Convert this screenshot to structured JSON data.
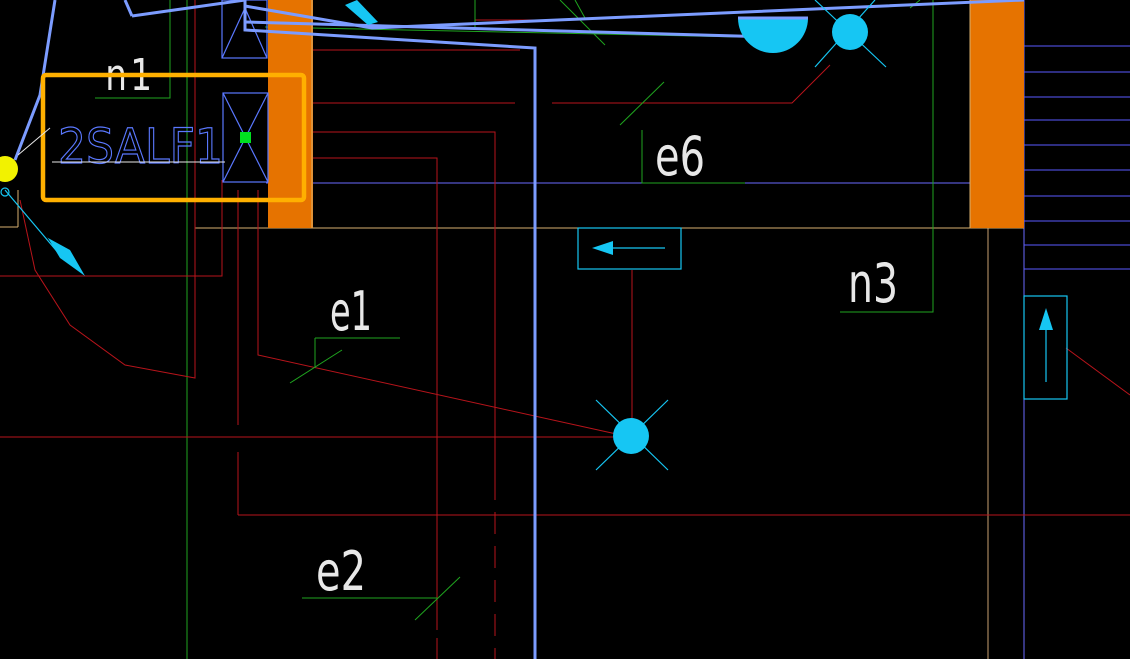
{
  "labels": {
    "n1": "n1",
    "device": "2SALF1",
    "e6": "e6",
    "n3": "n3",
    "e1": "e1",
    "e2": "e2"
  },
  "colors": {
    "background": "#000000",
    "wire_red": "#b8141b",
    "wire_green": "#1fa51f",
    "wire_blue": "#7c9cff",
    "lightblue_text": "#5a78ff",
    "cyan": "#16c6f3",
    "orange": "#e67300",
    "yellow": "#f2f200",
    "selection": "#ffb000",
    "grip": "#00e020",
    "white_text": "#e8e8e8"
  },
  "icons": {
    "wall": "orange-wall-column",
    "light_fixture": "ceiling-light-icon",
    "arrow_left": "arrow-left-icon",
    "arrow_up": "arrow-up-icon"
  }
}
